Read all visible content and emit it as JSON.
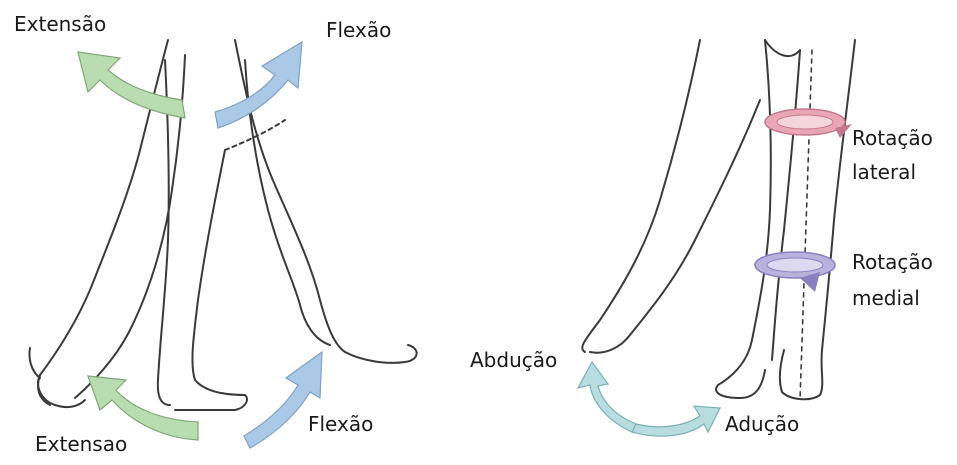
{
  "left_panel": {
    "labels": {
      "extension_top": "Extensão",
      "flexion_top": "Flexão",
      "extension_bottom": "Extensao",
      "flexion_bottom": "Flexão"
    }
  },
  "right_panel": {
    "labels": {
      "lateral_rotation_line1": "Rotação",
      "lateral_rotation_line2": "lateral",
      "medial_rotation_line1": "Rotação",
      "medial_rotation_line2": "medial",
      "abduction": "Abdução",
      "adduction": "Adução"
    }
  },
  "colors": {
    "extension_arrow": "#b9dcb0",
    "flexion_arrow": "#a9c9e6",
    "lateral_rotation_ring": "#e9a6b6",
    "medial_rotation_ring": "#b9b2dd",
    "abduction_adduction_arrow": "#b8dde0",
    "outline": "#3a3a3a"
  }
}
